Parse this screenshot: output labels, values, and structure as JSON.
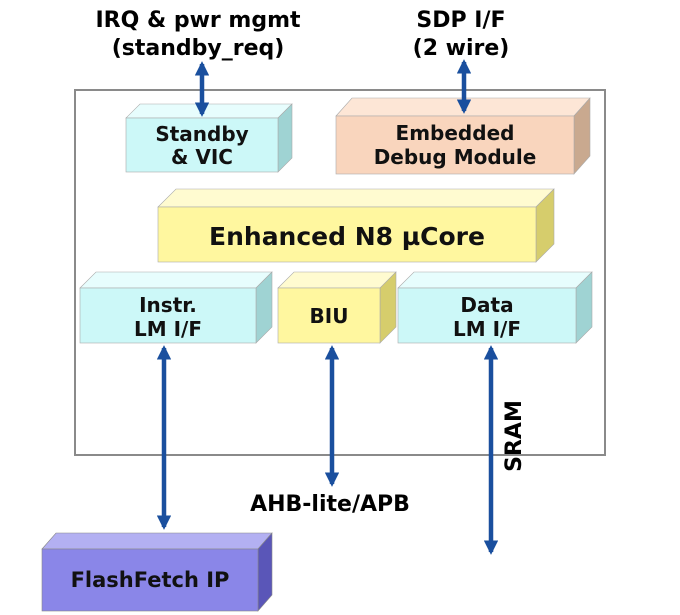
{
  "labels": {
    "irq_line1": "IRQ & pwr mgmt",
    "irq_line2": "(standby_req)",
    "sdp_line1": "SDP I/F",
    "sdp_line2": "(2 wire)",
    "ahb": "AHB-lite/APB",
    "sram": "SRAM"
  },
  "blocks": {
    "standby": {
      "line1": "Standby",
      "line2": "& VIC"
    },
    "debug": {
      "line1": "Embedded",
      "line2": "Debug Module"
    },
    "core": {
      "line1": "Enhanced N8 µCore"
    },
    "instr": {
      "line1": "Instr.",
      "line2": "LM I/F"
    },
    "biu": {
      "line1": "BIU"
    },
    "data": {
      "line1": "Data",
      "line2": "LM I/F"
    },
    "flash": {
      "line1": "FlashFetch IP"
    }
  },
  "colors": {
    "cyan_block": "#ccf8f8",
    "debug_block": "#f9d5bd",
    "yellow_block": "#fff79f",
    "flash_block": "#8a86e8",
    "arrow": "#1a4f9e",
    "container_border": "#8a8a8a"
  }
}
